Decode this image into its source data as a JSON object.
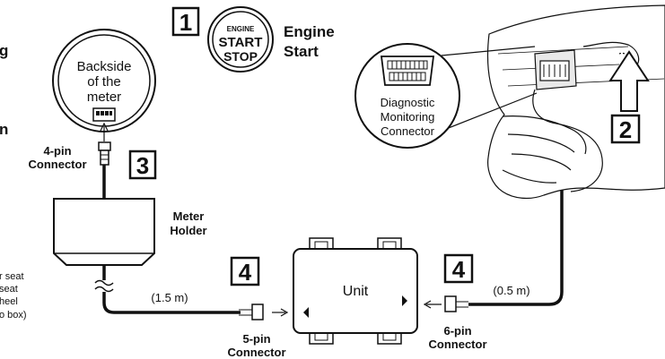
{
  "steps": {
    "step1": "1",
    "step2": "2",
    "step3": "3",
    "step4_left": "4",
    "step4_right": "4"
  },
  "engine_button": {
    "line1": "ENGINE",
    "line2": "START",
    "line3": "STOP"
  },
  "engine_start": {
    "line1": "Engine",
    "line2": "Start"
  },
  "meter": {
    "line1": "Backside",
    "line2": "of the",
    "line3": "meter"
  },
  "diagnostic": {
    "line1": "Diagnostic",
    "line2": "Monitoring",
    "line3": "Connector"
  },
  "connector_4pin": {
    "line1": "4-pin",
    "line2": "Connector"
  },
  "meter_holder": {
    "line1": "Meter",
    "line2": "Holder"
  },
  "unit_label": "Unit",
  "connector_5pin": {
    "line1": "5-pin",
    "line2": "Connector"
  },
  "connector_6pin": {
    "line1": "6-pin",
    "line2": "Connector"
  },
  "cable_left_length": "(1.5 m)",
  "cable_right_length": "(0.5 m)",
  "left_edge_fragments": [
    "g",
    "n"
  ],
  "left_note_fragments": [
    "r seat",
    "seat",
    "heel",
    "o box)"
  ]
}
